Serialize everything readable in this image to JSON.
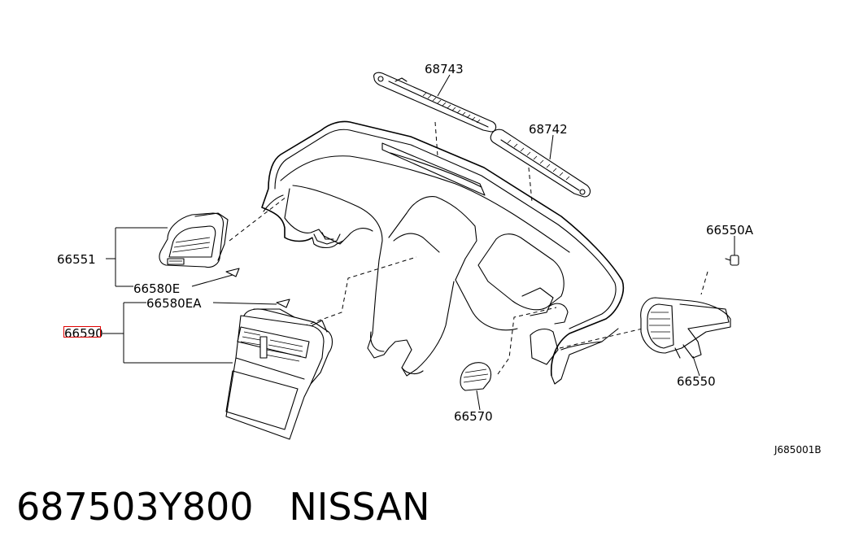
{
  "diagram": {
    "part_labels": {
      "p68743": "68743",
      "p68742": "68742",
      "p66551": "66551",
      "p66580E": "66580E",
      "p66580EA": "66580EA",
      "p66590": "66590",
      "p66550A": "66550A",
      "p66550": "66550",
      "p66570": "66570"
    },
    "drawing_code": "J685001B",
    "highlighted_part": "66590",
    "highlight_color": "#e00000"
  },
  "caption": {
    "part_number": "687503Y800",
    "brand": "NISSAN"
  }
}
